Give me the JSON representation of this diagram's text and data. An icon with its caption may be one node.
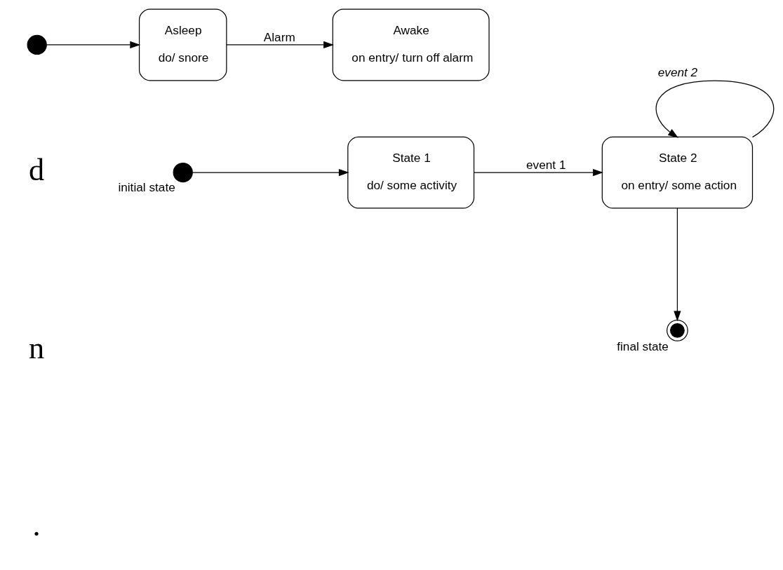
{
  "diagram": {
    "nodes": [
      {
        "text": [],
        "shape": "circle",
        "beside": [
          "initial state"
        ]
      },
      {
        "text": [
          "State 1",
          "do/ some activity"
        ]
      },
      {
        "text": [
          "State 2",
          "on entry/ some action"
        ]
      },
      {
        "text": [],
        "shape": "bullseye",
        "beside": [
          "final state"
        ]
      },
      {
        "text": [],
        "shape": "circle"
      },
      {
        "text": [
          "Asleep",
          "do/ snore"
        ]
      },
      {
        "text": [
          "Awake",
          "on entry/ turn off alarm"
        ]
      }
    ],
    "edges": [
      {
        "from": 0,
        "to": 1,
        "arrow": "to"
      },
      {
        "from": 1,
        "to": 2,
        "arrow": "to",
        "label": "event 1"
      },
      {
        "from": 2,
        "to": 2,
        "arrow": "to",
        "label": "*event 2*"
      },
      {
        "from": 2,
        "to": 3,
        "arrow": "to"
      },
      {
        "from": 4,
        "to": 5,
        "arrow": "to"
      },
      {
        "from": 5,
        "to": 6,
        "arrow": "to",
        "label": "Alarm"
      }
    ],
    "labels": [
      "d",
      "n",
      "."
    ]
  }
}
